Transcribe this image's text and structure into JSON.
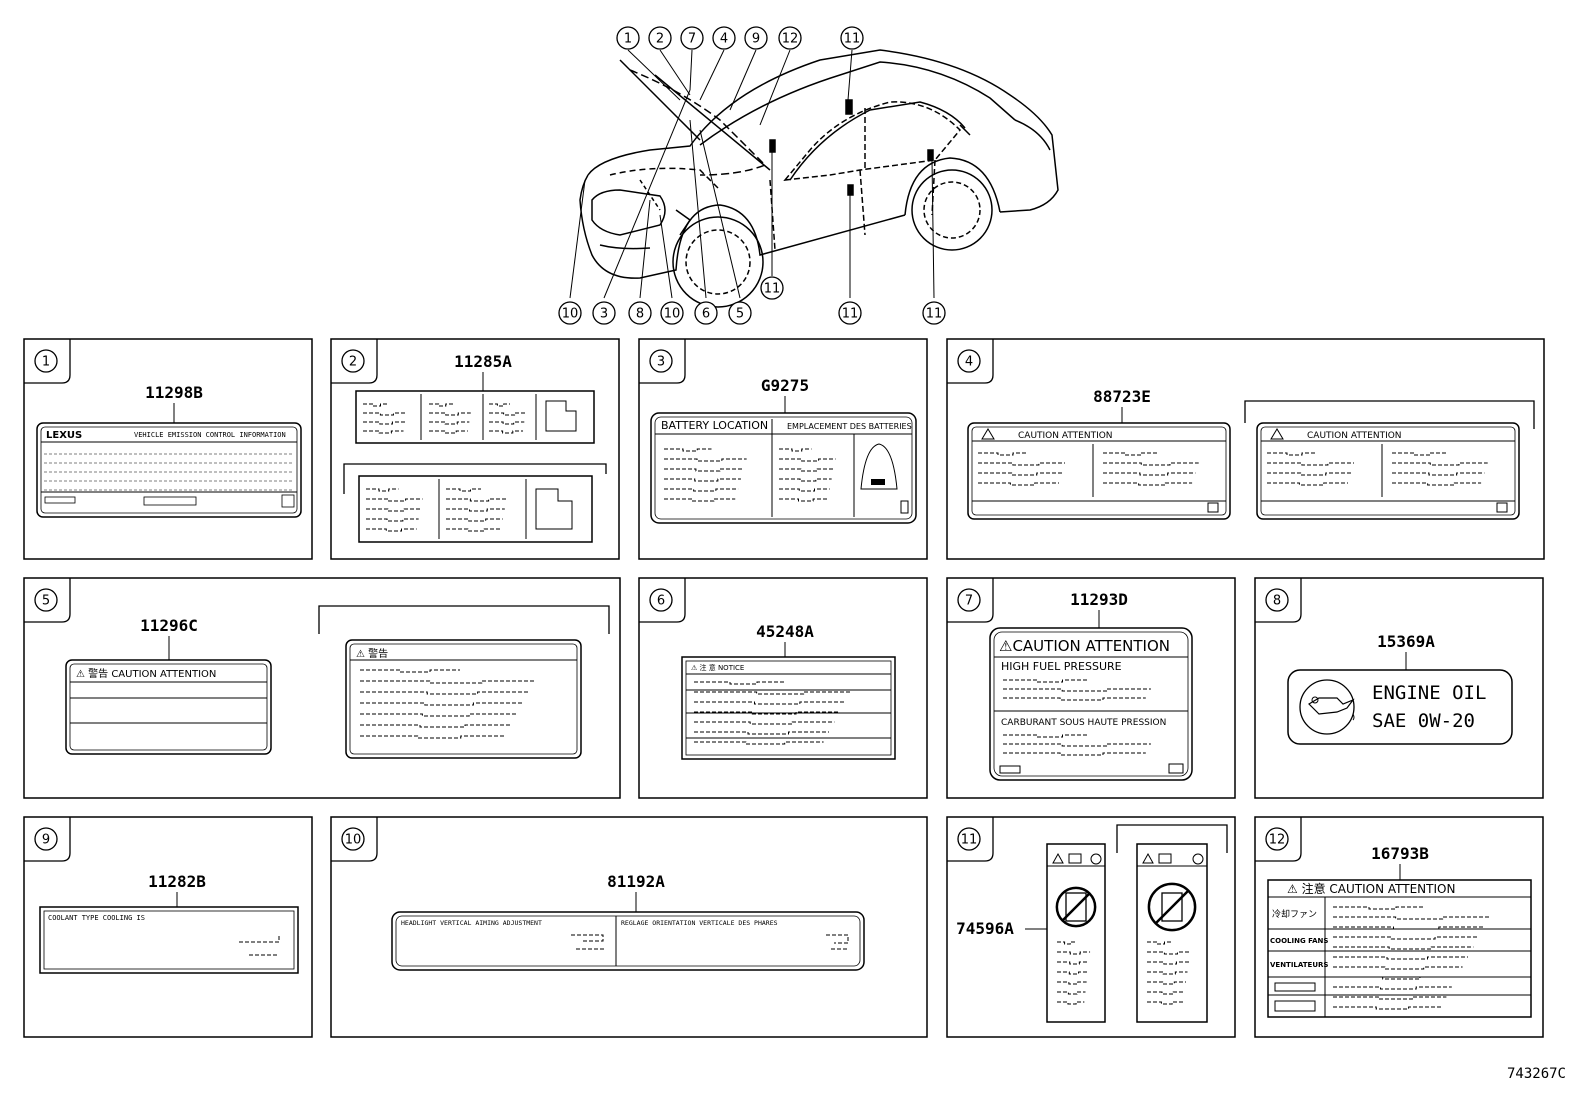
{
  "diagram_id": "743267C",
  "car_callouts": {
    "top": [
      "1",
      "2",
      "7",
      "4",
      "9",
      "12",
      "11"
    ],
    "bottom": [
      "10",
      "3",
      "8",
      "10",
      "6",
      "5"
    ],
    "side": [
      "11",
      "11",
      "11"
    ]
  },
  "panels": [
    {
      "num": "1",
      "part": "11298B",
      "text": [
        "VEHICLE EMISSION CONTROL INFORMATION"
      ]
    },
    {
      "num": "2",
      "part": "11285A",
      "text": []
    },
    {
      "num": "3",
      "part": "G9275",
      "text": [
        "BATTERY LOCATION",
        "EMPLACEMENT DES BATTERIES"
      ]
    },
    {
      "num": "4",
      "part": "88723E",
      "text": [
        "CAUTION ATTENTION",
        "CAUTION ATTENTION"
      ]
    },
    {
      "num": "5",
      "part": "11296C",
      "text": [
        "警告 CAUTION ATTENTION",
        "警告"
      ]
    },
    {
      "num": "6",
      "part": "45248A",
      "text": [
        "注 意 NOTICE"
      ]
    },
    {
      "num": "7",
      "part": "11293D",
      "text": [
        "CAUTION ATTENTION",
        "HIGH FUEL PRESSURE",
        "CARBURANT SOUS HAUTE PRESSION"
      ]
    },
    {
      "num": "8",
      "part": "15369A",
      "text": [
        "ENGINE OIL",
        "SAE 0W-20"
      ]
    },
    {
      "num": "9",
      "part": "11282B",
      "text": [
        "COOLANT TYPE COOLING IS"
      ]
    },
    {
      "num": "10",
      "part": "81192A",
      "text": [
        "HEADLIGHT VERTICAL AIMING ADJUSTMENT",
        "REGLAGE ORIENTATION VERTICALE DES PHARES"
      ]
    },
    {
      "num": "11",
      "part": "74596A",
      "text": []
    },
    {
      "num": "12",
      "part": "16793B",
      "text": [
        "注意  CAUTION  ATTENTION",
        "冷却ファン",
        "COOLING FANS",
        "VENTILATEURS"
      ]
    }
  ]
}
